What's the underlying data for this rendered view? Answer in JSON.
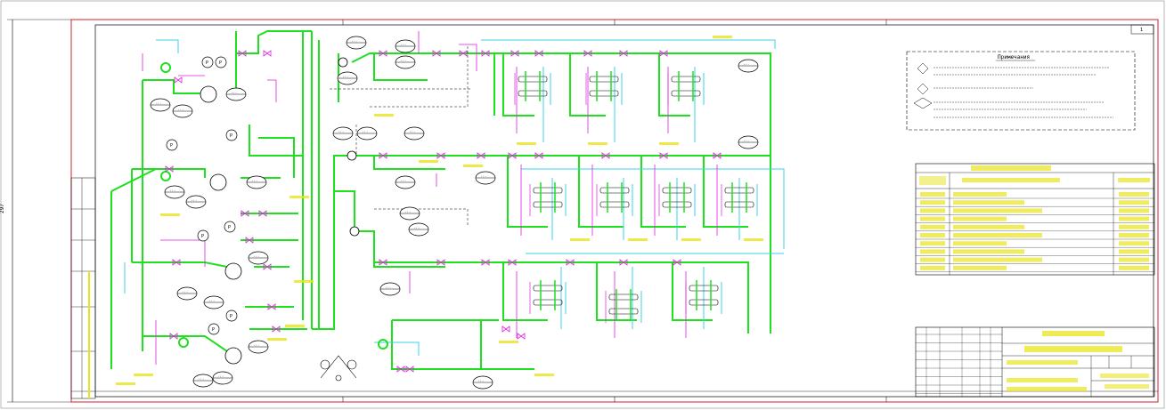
{
  "colors": {
    "frame": "#d0202a",
    "line_main": "#1fe01f",
    "line_aux": "#3ecfe8",
    "line_control": "#e01fe0",
    "ink": "#000000",
    "text_yellow": "#e8e41c"
  },
  "sheet": {
    "dimension_left": "297",
    "corner_mark": "1"
  },
  "notes": {
    "title": "Примечания",
    "lines": [
      "...",
      "...",
      "...",
      "..."
    ]
  },
  "spec_table": {
    "title": "...",
    "col1": "...",
    "col2": "...",
    "col3": "..."
  },
  "title_block": {
    "line1": "...",
    "line2": "..."
  },
  "instruments": {
    "gauge_label": "P",
    "tag_label": "..."
  }
}
